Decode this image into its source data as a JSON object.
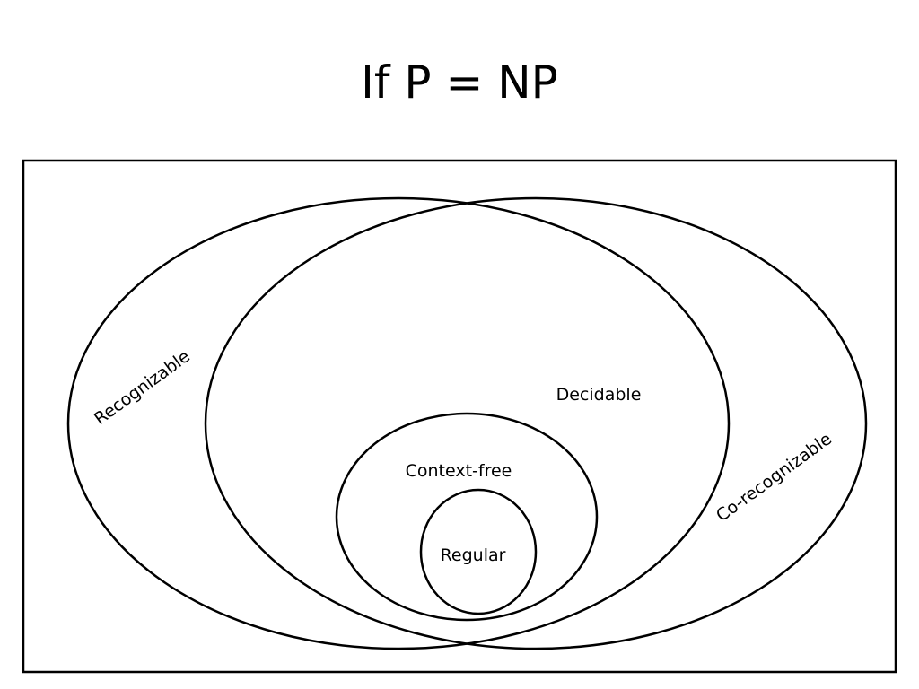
{
  "title": "If P = NP",
  "diagram": {
    "stroke_color": "#000000",
    "background": "#ffffff",
    "labels": {
      "recognizable": "Recognizable",
      "co_recognizable": "Co-recognizable",
      "decidable": "Decidable",
      "context_free": "Context-free",
      "regular": "Regular"
    }
  }
}
